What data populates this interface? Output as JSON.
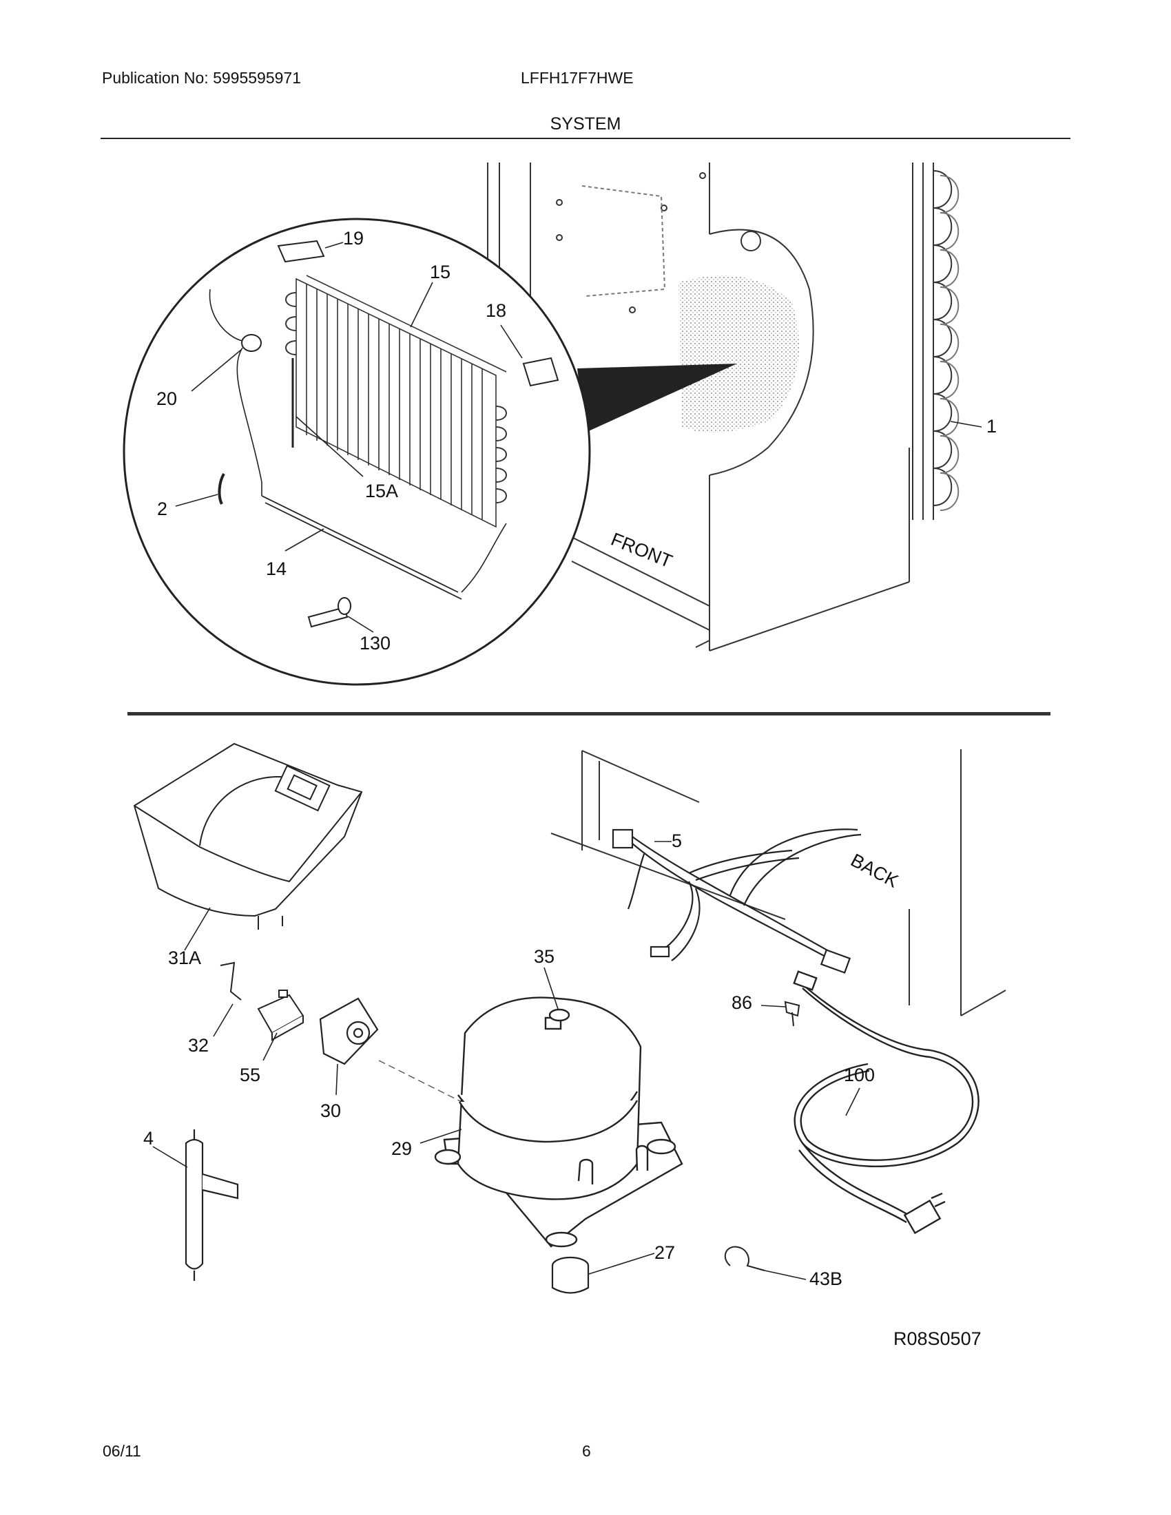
{
  "header": {
    "publication": "Publication No: 5995595971",
    "model": "LFFH17F7HWE",
    "section_title": "SYSTEM"
  },
  "diagram": {
    "labels": {
      "front": "FRONT",
      "back": "BACK",
      "diagram_code": "R08S0507"
    },
    "callouts": {
      "c19": "19",
      "c15": "15",
      "c18": "18",
      "c20": "20",
      "c15a": "15A",
      "c2": "2",
      "c14": "14",
      "c130": "130",
      "c1": "1",
      "c31a": "31A",
      "c5": "5",
      "c35": "35",
      "c32": "32",
      "c55": "55",
      "c30": "30",
      "c86": "86",
      "c100": "100",
      "c4": "4",
      "c29": "29",
      "c27": "27",
      "c43b": "43B"
    }
  },
  "footer": {
    "date": "06/11",
    "page": "6"
  }
}
